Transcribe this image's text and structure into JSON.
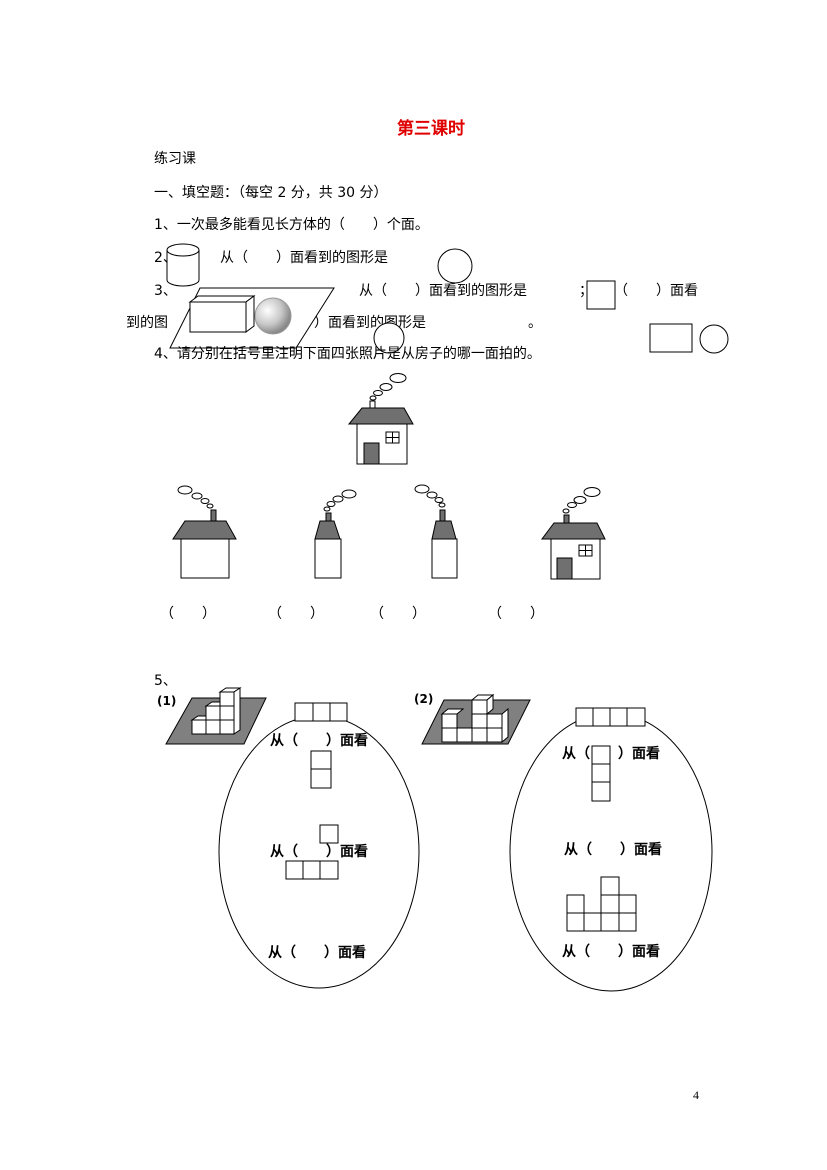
{
  "title": "第三课时",
  "subtitle": "练习课",
  "section1": "一、填空题：（每空 2 分，共 30 分）",
  "q1": "1、一次最多能看见长方体的（　　）个面。",
  "q2": {
    "num": "2、",
    "text": "从（　　）面看到的图形是"
  },
  "q3": {
    "num": "3、",
    "part1": "从（　　）面看到的图形是",
    "sep": "；",
    "part2": "（　　）面看",
    "cont_prefix": "到的图",
    "cont_text": "）面看到的图形是",
    "end": "。"
  },
  "q4": "4、请分别在括号里注明下面四张照片是从房子的哪一面拍的。",
  "q4_blanks": [
    "（　　）",
    "（　　）",
    "（　　）",
    "（　　）"
  ],
  "q5": {
    "num": "5、",
    "label1": "(1)",
    "label2": "(2)",
    "view_label": "从（　　）面看"
  },
  "page_number": "4",
  "colors": {
    "title": "#e00000",
    "roof": "#707070",
    "plate": "#808080"
  }
}
